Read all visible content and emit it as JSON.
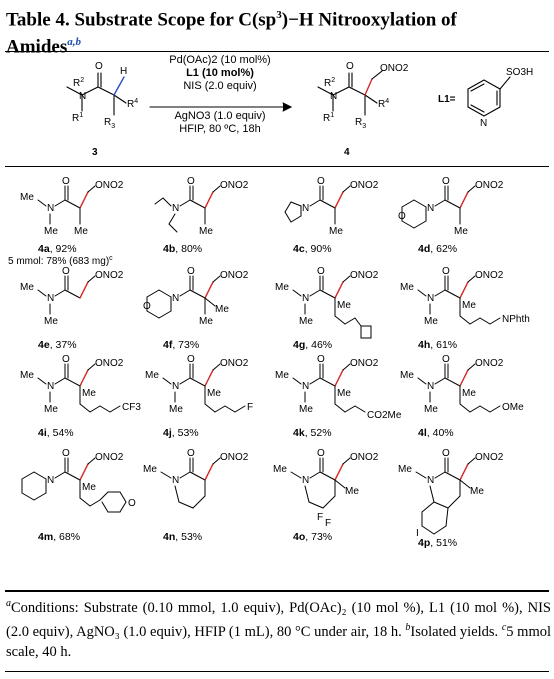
{
  "title": {
    "prefix": "Table 4. Substrate Scope for C(sp",
    "sup1": "3",
    "mid": ")−H Nitrooxylation of",
    "line2": "Amides",
    "notes": "a,b"
  },
  "scheme": {
    "reactant_label": "3",
    "product_label": "4",
    "ligand_label": "L1=",
    "ligand_group": "SO3H",
    "conditions_above": [
      "Pd(OAc)2 (10 mol%)",
      "L1 (10 mol%)",
      "NIS (2.0 equiv)"
    ],
    "conditions_below": [
      "AgNO3 (1.0 equiv)",
      "HFIP, 80 ºC, 18h"
    ]
  },
  "compounds": [
    {
      "id": "4a",
      "yield": "92%",
      "extra": "5 mmol: 78% (683 mg)",
      "extra_note": "c"
    },
    {
      "id": "4b",
      "yield": "80%"
    },
    {
      "id": "4c",
      "yield": "90%"
    },
    {
      "id": "4d",
      "yield": "62%"
    },
    {
      "id": "4e",
      "yield": "37%"
    },
    {
      "id": "4f",
      "yield": "73%"
    },
    {
      "id": "4g",
      "yield": "46%"
    },
    {
      "id": "4h",
      "yield": "61%"
    },
    {
      "id": "4i",
      "yield": "54%"
    },
    {
      "id": "4j",
      "yield": "53%"
    },
    {
      "id": "4k",
      "yield": "52%"
    },
    {
      "id": "4l",
      "yield": "40%"
    },
    {
      "id": "4m",
      "yield": "68%"
    },
    {
      "id": "4n",
      "yield": "53%"
    },
    {
      "id": "4o",
      "yield": "73%"
    },
    {
      "id": "4p",
      "yield": "51%"
    }
  ],
  "atoms": {
    "ono2": "ONO2",
    "me": "Me",
    "n": "N",
    "o": "O",
    "f": "F",
    "i": "I",
    "cf3": "CF3",
    "co2me": "CO2Me",
    "ome": "OMe",
    "nphth": "NPhth"
  },
  "footnote": {
    "a_mark": "a",
    "a_text": "Conditions: Substrate (0.10 mmol, 1.0 equiv), Pd(OAc)₂ (10 mol %), L1 (10 mol %), NIS (2.0 equiv), AgNO₃ (1.0 equiv), HFIP (1 mL), 80 °C under air, 18 h.",
    "b_mark": "b",
    "b_text": "Isolated yields.",
    "c_mark": "c",
    "c_text": "5 mmol scale, 40 h."
  },
  "colors": {
    "highlight_bond": "#d42a2a",
    "note_blue": "#1d4fa8"
  }
}
